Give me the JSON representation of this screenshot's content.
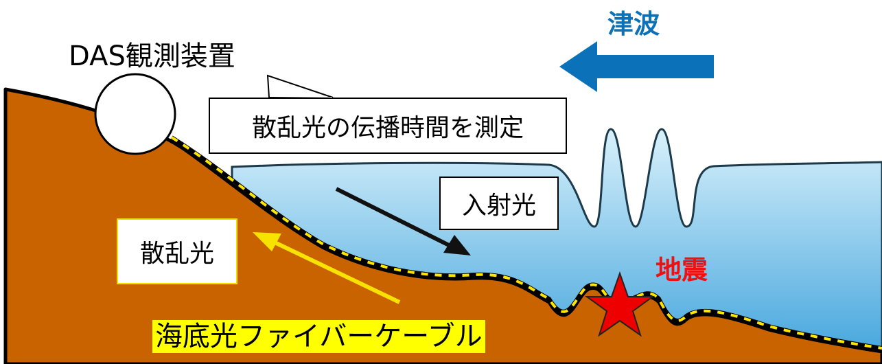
{
  "device_label": "DAS観測装置",
  "tsunami_label": "津波",
  "measure_label": "散乱光の伝播時間を測定",
  "incident_label": "入射光",
  "scattered_label": "散乱光",
  "earthquake_label": "地震",
  "cable_label": "海底光ファイバーケーブル",
  "colors": {
    "ground": "#c96300",
    "ground_outline": "#000000",
    "sea_top": "#d9f1fb",
    "sea_bottom": "#3fa3dc",
    "tsunami_arrow": "#0b72b9",
    "tsunami_text": "#0b72b9",
    "earthquake_text": "#ee1111",
    "star": "#ee0000",
    "cable_dash": "#ffe600",
    "scattered_arrow": "#f7e200",
    "cable_label_bg": "#ffff00"
  },
  "icons": {
    "tsunami_direction": "left-arrow-icon",
    "epicenter": "star-icon",
    "device": "circle-icon"
  }
}
